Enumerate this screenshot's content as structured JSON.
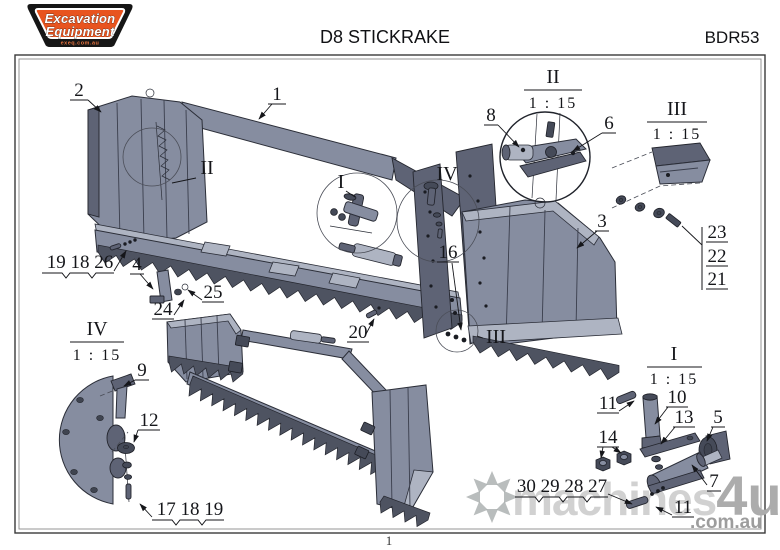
{
  "header": {
    "logo": {
      "line1": "Excavation",
      "line2": "Equipment",
      "url": "exeq.com.au"
    },
    "title": "D8 STICKRAKE",
    "model": "BDR53"
  },
  "views": {
    "i": {
      "name": "I",
      "scale": "1 : 15"
    },
    "ii": {
      "name": "II",
      "scale": "1 : 15"
    },
    "iii": {
      "name": "III",
      "scale": "1 : 15"
    },
    "iv": {
      "name": "IV",
      "scale": "1 : 15"
    }
  },
  "view_markers": {
    "i": "I",
    "ii": "II",
    "iii": "III",
    "iv": "IV"
  },
  "callouts": {
    "c1": "1",
    "c2": "2",
    "c3": "3",
    "c4": "4",
    "c5": "5",
    "c6": "6",
    "c7": "7",
    "c8": "8",
    "c9": "9",
    "c10": "10",
    "c11": "11",
    "c12": "12",
    "c13": "13",
    "c14": "14",
    "c16": "16",
    "c20": "20",
    "c21": "21",
    "c22": "22",
    "c23": "23",
    "c24": "24",
    "c25": "25",
    "g19_18_26": "19 18 26",
    "g17_18_19": "17 18 19",
    "g30_29_28_27": "30 29 28 27"
  },
  "watermark": {
    "part1": "machines",
    "part2": "4u",
    "domain": ".com.au"
  },
  "footer": {
    "page": "1"
  },
  "colors": {
    "accent": "#E8541F",
    "body": "#868DA0",
    "body_dark": "#5E6375",
    "outline": "#2B2E38",
    "watermark": "#C9C9C9"
  }
}
